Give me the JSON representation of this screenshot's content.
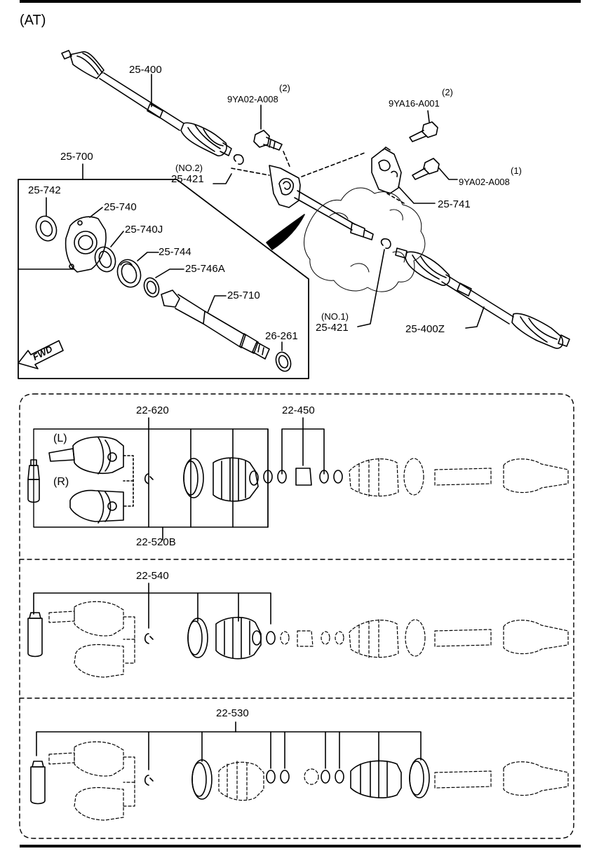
{
  "header": {
    "variant": "(AT)"
  },
  "top": {
    "shaft_left": "25-400",
    "shaft_right": "25-400Z",
    "bolt_a_qty": "(2)",
    "bolt_a": "9YA02-A008",
    "bolt_b_qty": "(2)",
    "bolt_b": "9YA16-A001",
    "bolt_c_qty": "(1)",
    "bolt_c": "9YA02-A008",
    "bracket": "25-741",
    "clip_no2": "(NO.2)",
    "clip_no2_part": "25-421",
    "clip_no1": "(NO.1)",
    "clip_no1_part": "25-421",
    "assembly": "25-700",
    "seal": "25-742",
    "housing": "25-740",
    "housing_j": "25-740J",
    "bearing": "25-744",
    "ring": "25-746A",
    "joint_shaft": "25-710",
    "oil_seal": "26-261",
    "fwd": "FWD"
  },
  "kits": [
    {
      "top_left": "22-620",
      "top_right": "22-450",
      "bottom": "22-520B",
      "left_tag": "(L)",
      "right_tag": "(R)"
    },
    {
      "top": "22-540"
    },
    {
      "top": "22-530"
    }
  ]
}
